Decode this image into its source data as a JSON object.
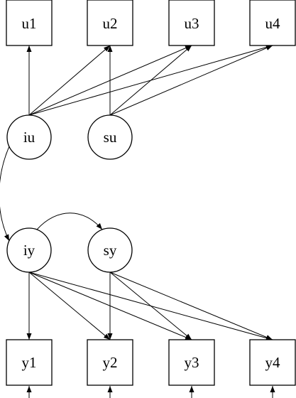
{
  "diagram": {
    "observed_top": [
      {
        "id": "u1",
        "label": "u1"
      },
      {
        "id": "u2",
        "label": "u2"
      },
      {
        "id": "u3",
        "label": "u3"
      },
      {
        "id": "u4",
        "label": "u4"
      }
    ],
    "latent_top": [
      {
        "id": "iu",
        "label": "iu"
      },
      {
        "id": "su",
        "label": "su"
      }
    ],
    "latent_bottom": [
      {
        "id": "iy",
        "label": "iy"
      },
      {
        "id": "sy",
        "label": "sy"
      }
    ],
    "observed_bottom": [
      {
        "id": "y1",
        "label": "y1"
      },
      {
        "id": "y2",
        "label": "y2"
      },
      {
        "id": "y3",
        "label": "y3"
      },
      {
        "id": "y4",
        "label": "y4"
      }
    ],
    "loadings": [
      {
        "from": "iu",
        "to": "u1"
      },
      {
        "from": "iu",
        "to": "u2"
      },
      {
        "from": "iu",
        "to": "u3"
      },
      {
        "from": "iu",
        "to": "u4"
      },
      {
        "from": "su",
        "to": "u2"
      },
      {
        "from": "su",
        "to": "u3"
      },
      {
        "from": "su",
        "to": "u4"
      },
      {
        "from": "iy",
        "to": "y1"
      },
      {
        "from": "iy",
        "to": "y2"
      },
      {
        "from": "iy",
        "to": "y3"
      },
      {
        "from": "iy",
        "to": "y4"
      },
      {
        "from": "sy",
        "to": "y2"
      },
      {
        "from": "sy",
        "to": "y3"
      },
      {
        "from": "sy",
        "to": "y4"
      }
    ],
    "covariances": [
      {
        "a": "iu",
        "b": "iy"
      },
      {
        "a": "iy",
        "b": "sy"
      }
    ],
    "residuals": [
      "y1",
      "y2",
      "y3",
      "y4"
    ]
  }
}
